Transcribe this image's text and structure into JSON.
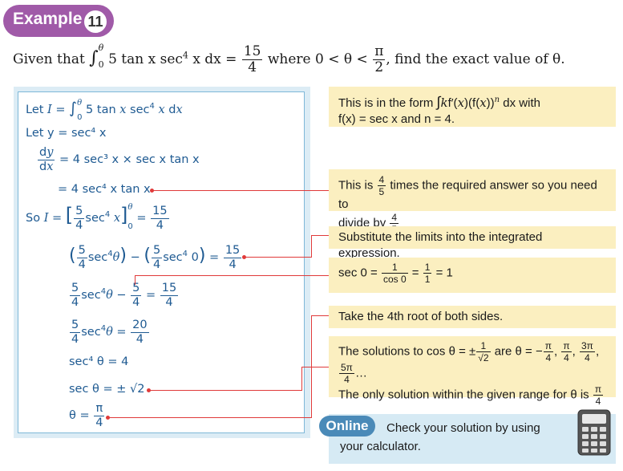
{
  "example": {
    "label": "Example",
    "number": "11"
  },
  "question": {
    "given_that": "Given that",
    "integrand": "5 tan x sec",
    "pow4": "4",
    "x_dx": "x dx =",
    "rhs_num": "15",
    "rhs_den": "4",
    "where": "where 0 < θ <",
    "pi": "π",
    "two": "2",
    "tail": ", find the exact value of θ."
  },
  "working": {
    "l1": "Let",
    "l2": "Let y = sec⁴ x",
    "l3_rhs": "= 4 sec³ x × sec x tan x",
    "l4": "= 4 sec⁴ x tan x",
    "l5_so": "So",
    "l9": "sec⁴ θ = 4",
    "l10": "sec θ = ± √2",
    "l11": "θ ="
  },
  "notes": {
    "n1_a": "This is in the form",
    "n1_b": "dx with",
    "n1_c": "f(x) = sec x and n = 4.",
    "n2_a": "This is",
    "n2_b": "times the required answer so you need to",
    "n2_c": "divide by",
    "n3": "Substitute the limits into the integrated expression.",
    "n4": "sec 0 =",
    "n5": "Take the 4th root of both sides.",
    "n6_a": "The solutions to cos θ = ±",
    "n6_b": "are θ = −",
    "n6_c": "The only solution within the given range for θ is"
  },
  "online": {
    "badge": "Online",
    "line1": "Check your solution by using",
    "line2": "your calculator."
  },
  "colors": {
    "accent_purple": "#a05aa8",
    "working_blue": "#1e5a92",
    "note_yellow": "#fbefc0",
    "connector_red": "#e03a3a",
    "online_blue": "#4a8ab8"
  },
  "icons": [
    "calculator-icon"
  ]
}
